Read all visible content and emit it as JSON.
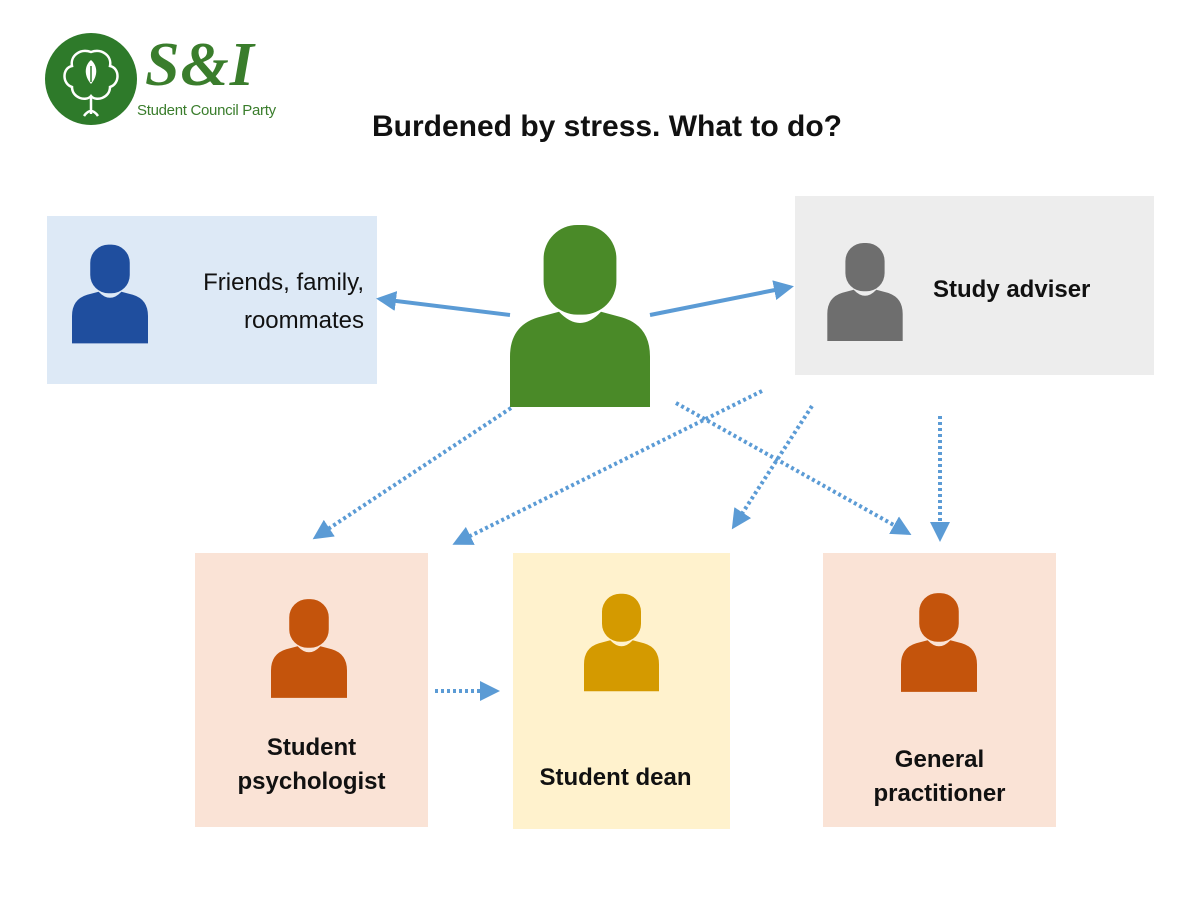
{
  "logo": {
    "name": "S&I",
    "tagline": "Student Council Party"
  },
  "title": "Burdened by stress. What to do?",
  "boxes": {
    "friends": {
      "line1": "Friends, family,",
      "line2": "roommates"
    },
    "adviser": {
      "label": "Study adviser"
    },
    "psychologist": {
      "line1": "Student",
      "line2": "psychologist"
    },
    "dean": {
      "label": "Student dean"
    },
    "gp": {
      "line1": "General",
      "line2": "practitioner"
    }
  },
  "colors": {
    "center_person": "#4a8a28",
    "friends_person": "#1f4e9e",
    "adviser_person": "#6e6e6e",
    "psychologist_person": "#c4540c",
    "dean_person": "#d49a00",
    "gp_person": "#c4540c",
    "friends_box": "#dde9f6",
    "adviser_box": "#ededed",
    "psychologist_box": "#fae3d6",
    "dean_box": "#fff2cd",
    "gp_box": "#fae3d6",
    "arrow": "#5b9bd5",
    "logo_green": "#2e7a2a"
  },
  "icons": {
    "person": "person-icon",
    "logo": "tree-leaf-icon"
  }
}
